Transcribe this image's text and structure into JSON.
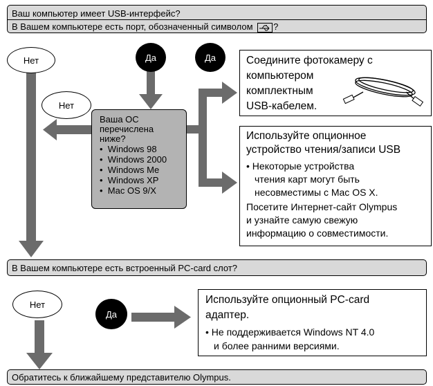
{
  "q1": {
    "line1": "Ваш компьютер имеет USB-интерфейс?",
    "line2": "В Вашем компьютере есть порт, обозначенный символом",
    "line2_end": "?"
  },
  "labels": {
    "no": "Нет",
    "yes": "Да"
  },
  "os_box": {
    "title_lines": [
      "Ваша ОС",
      "перечислена",
      "ниже?"
    ],
    "items": [
      "Windows 98",
      "Windows 2000",
      "Windows Me",
      "Windows XP",
      "Mac OS 9/X"
    ]
  },
  "box_usb_cable": {
    "lines": [
      "Соедините фотокамеру с",
      "компьютером",
      "комплектным",
      "USB-кабелем."
    ]
  },
  "box_card_reader": {
    "title_lines": [
      "Используйте опционное",
      "устройство чтения/записи USB"
    ],
    "note_lines": [
      "• Некоторые устройства",
      "чтения карт могут быть",
      "несовместимы с Mac OS X."
    ],
    "body_lines": [
      "Посетите Интернет-сайт Olympus",
      "и узнайте самую свежую",
      "информацию о совместимости."
    ]
  },
  "q2": {
    "text": "В Вашем компьютере есть встроенный PC-card слот?"
  },
  "box_pc_card": {
    "title_lines": [
      "Используйте опционный PC-card",
      "адаптер."
    ],
    "note_lines": [
      "• Не поддерживается Windows NT 4.0",
      "и более ранними версиями."
    ]
  },
  "final": {
    "text": "Обратитесь к ближайшему представителю Olympus."
  },
  "icons": {
    "usb_symbol": "usb-trident-icon",
    "cable": "usb-cable-icon"
  },
  "colors": {
    "banner_fill": "#d9d9d9",
    "os_box_fill": "#b3b3b3",
    "arrow": "#6b6b6b",
    "dot": "#000000"
  }
}
